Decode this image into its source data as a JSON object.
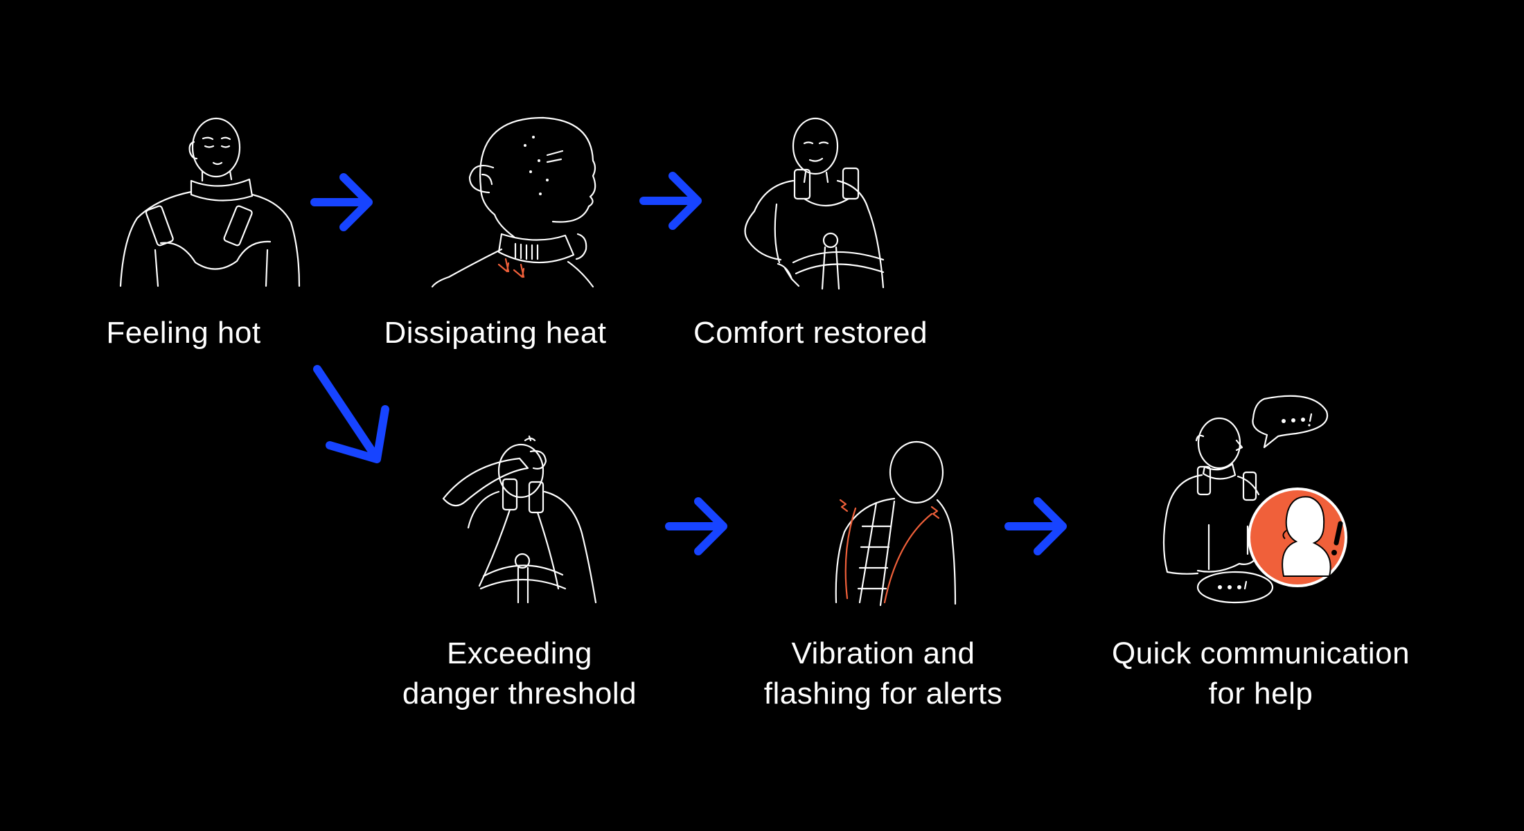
{
  "colors": {
    "background": "#000000",
    "arrow": "#1744ff",
    "accent": "#f0603a",
    "line": "#ffffff"
  },
  "steps": [
    {
      "label": "Feeling hot",
      "icon": "person-with-neck-collar-icon"
    },
    {
      "label": "Dissipating heat",
      "icon": "head-heat-dissipation-icon"
    },
    {
      "label": "Comfort restored",
      "icon": "person-relaxed-icon"
    },
    {
      "label": "Exceeding danger threshold",
      "label_lines": [
        "Exceeding",
        "danger threshold"
      ],
      "icon": "person-wiping-sweat-icon"
    },
    {
      "label": "Vibration and flashing for alerts",
      "label_lines": [
        "Vibration and",
        "flashing for alerts"
      ],
      "icon": "back-vibration-alert-icon"
    },
    {
      "label": "Quick communication for help",
      "label_lines": [
        "Quick communication",
        "for help"
      ],
      "icon": "person-calling-for-help-icon",
      "bubbles": [
        "○○○!",
        "○○○!"
      ],
      "alert_mark": "!"
    }
  ],
  "arrows": [
    "right-arrow-icon",
    "right-arrow-icon",
    "diagonal-down-arrow-icon",
    "right-arrow-icon",
    "right-arrow-icon"
  ]
}
